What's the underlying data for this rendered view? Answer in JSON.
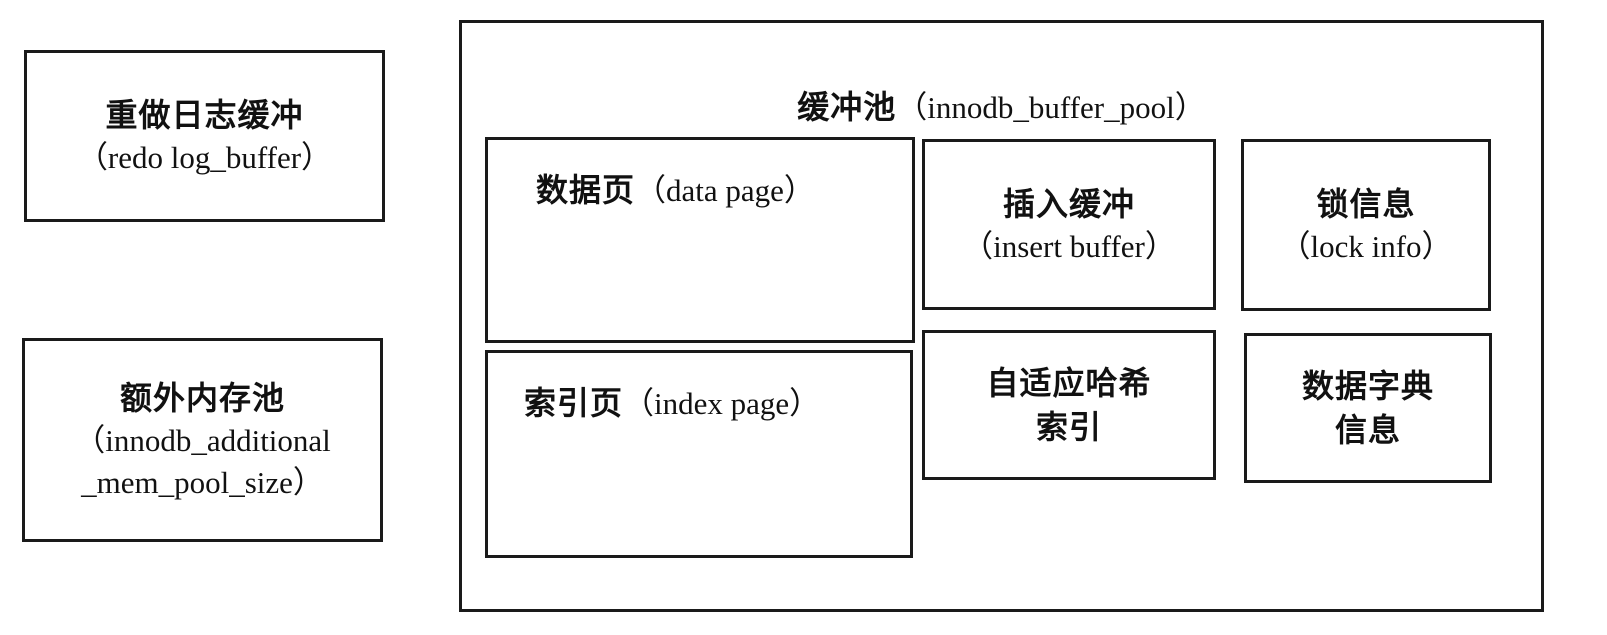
{
  "redo_log_buffer": {
    "label_zh": "重做日志缓冲",
    "label_en": "（redo log_buffer）"
  },
  "additional_mem_pool": {
    "label_zh": "额外内存池",
    "label_en_line1": "（innodb_additional",
    "label_en_line2": "_mem_pool_size）"
  },
  "buffer_pool": {
    "title_zh": "缓冲池",
    "title_en": "（innodb_buffer_pool）",
    "data_page": {
      "label_zh": "数据页",
      "label_en": "（data page）"
    },
    "index_page": {
      "label_zh": "索引页",
      "label_en": "（index page）"
    },
    "insert_buffer": {
      "label_zh": "插入缓冲",
      "label_en": "（insert buffer）"
    },
    "lock_info": {
      "label_zh": "锁信息",
      "label_en": "（lock info）"
    },
    "adaptive_hash_index": {
      "label_line1": "自适应哈希",
      "label_line2": "索引"
    },
    "data_dictionary": {
      "label_line1": "数据字典",
      "label_line2": "信息"
    }
  }
}
